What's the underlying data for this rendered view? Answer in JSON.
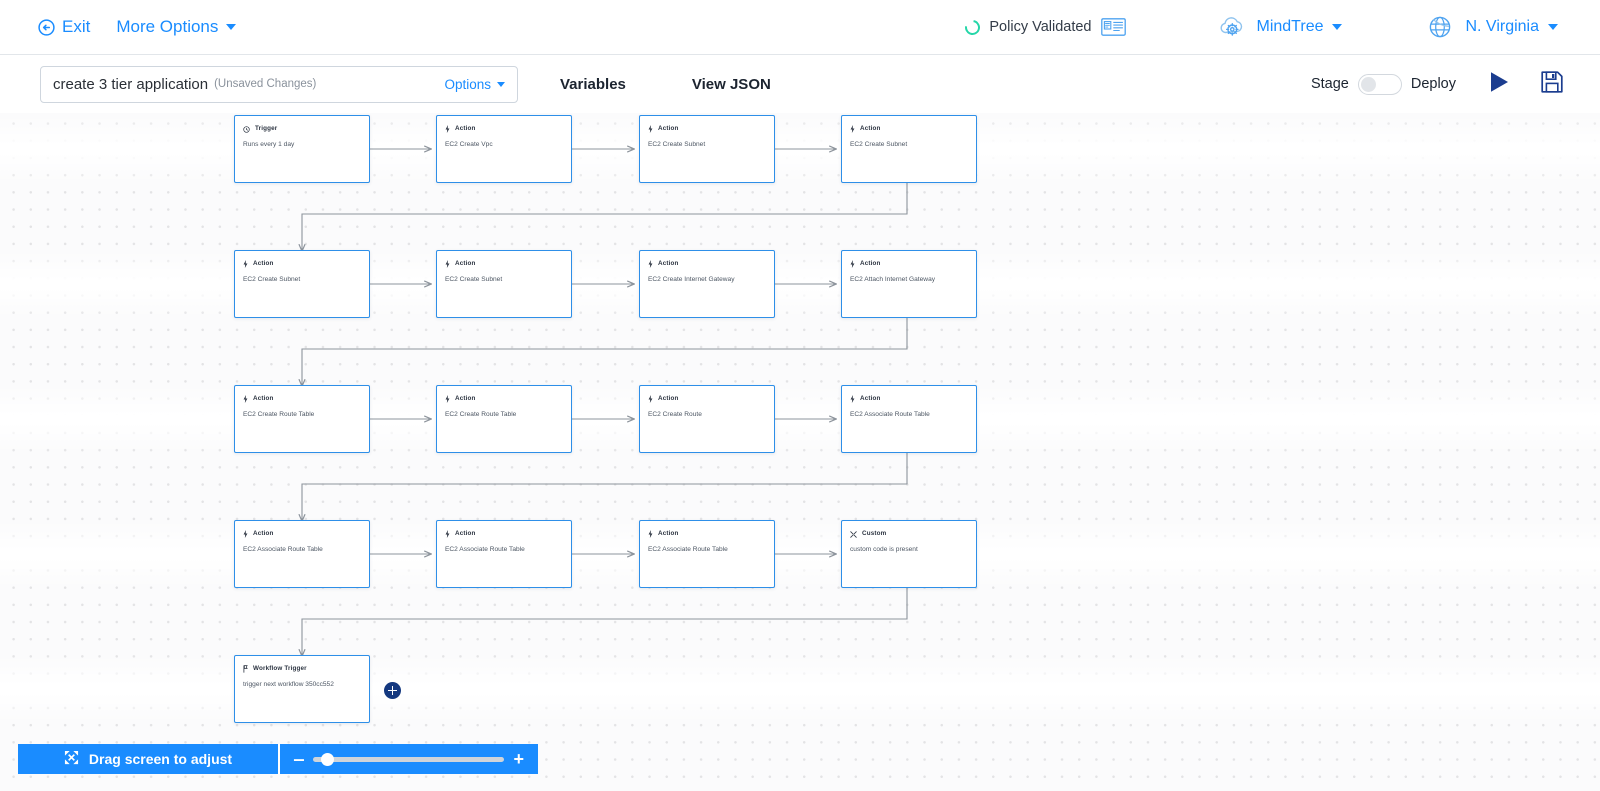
{
  "topbar": {
    "exit_label": "Exit",
    "exit_icon": "back-circle-icon",
    "more_options_label": "More Options",
    "policy_status": "Policy Validated",
    "policy_icon": "spinner-icon",
    "credentials_icon": "id-card-icon",
    "account_name": "MindTree",
    "account_icon": "cloud-gear-icon",
    "region_name": "N. Virginia",
    "region_icon": "globe-icon"
  },
  "subbar": {
    "workflow_name": "create 3 tier application",
    "unsaved_label": "(Unsaved Changes)",
    "options_label": "Options",
    "tab_variables": "Variables",
    "tab_view_json": "View JSON",
    "stage_label": "Stage",
    "deploy_label": "Deploy",
    "toggle_state": "stage",
    "run_icon": "play-icon",
    "save_icon": "floppy-save-icon"
  },
  "canvas": {
    "add_node_icon": "plus-circle-icon",
    "node_border_color": "#2e8fe8",
    "rows": [
      {
        "nodes": [
          {
            "type": "Trigger",
            "icon": "clock-icon",
            "desc": "Runs every 1 day"
          },
          {
            "type": "Action",
            "icon": "lightning-icon",
            "desc": "EC2 Create Vpc"
          },
          {
            "type": "Action",
            "icon": "lightning-icon",
            "desc": "EC2 Create Subnet"
          },
          {
            "type": "Action",
            "icon": "lightning-icon",
            "desc": "EC2 Create Subnet"
          }
        ]
      },
      {
        "nodes": [
          {
            "type": "Action",
            "icon": "lightning-icon",
            "desc": "EC2 Create Subnet"
          },
          {
            "type": "Action",
            "icon": "lightning-icon",
            "desc": "EC2 Create Subnet"
          },
          {
            "type": "Action",
            "icon": "lightning-icon",
            "desc": "EC2 Create Internet Gateway"
          },
          {
            "type": "Action",
            "icon": "lightning-icon",
            "desc": "EC2 Attach Internet Gateway"
          }
        ]
      },
      {
        "nodes": [
          {
            "type": "Action",
            "icon": "lightning-icon",
            "desc": "EC2 Create Route Table"
          },
          {
            "type": "Action",
            "icon": "lightning-icon",
            "desc": "EC2 Create Route Table"
          },
          {
            "type": "Action",
            "icon": "lightning-icon",
            "desc": "EC2 Create Route"
          },
          {
            "type": "Action",
            "icon": "lightning-icon",
            "desc": "EC2 Associate Route Table"
          }
        ]
      },
      {
        "nodes": [
          {
            "type": "Action",
            "icon": "lightning-icon",
            "desc": "EC2 Associate Route Table"
          },
          {
            "type": "Action",
            "icon": "lightning-icon",
            "desc": "EC2 Associate Route Table"
          },
          {
            "type": "Action",
            "icon": "lightning-icon",
            "desc": "EC2 Associate Route Table"
          },
          {
            "type": "Custom",
            "icon": "wrench-icon",
            "desc": "custom code is present"
          }
        ]
      },
      {
        "nodes": [
          {
            "type": "Workflow Trigger",
            "icon": "flag-icon",
            "desc": "trigger next workflow 350cc552"
          }
        ]
      }
    ]
  },
  "bottombar": {
    "drag_label": "Drag screen to adjust",
    "drag_icon": "move-arrows-icon",
    "zoom_out_label": "‒",
    "zoom_in_label": "+",
    "zoom_value": 8
  }
}
